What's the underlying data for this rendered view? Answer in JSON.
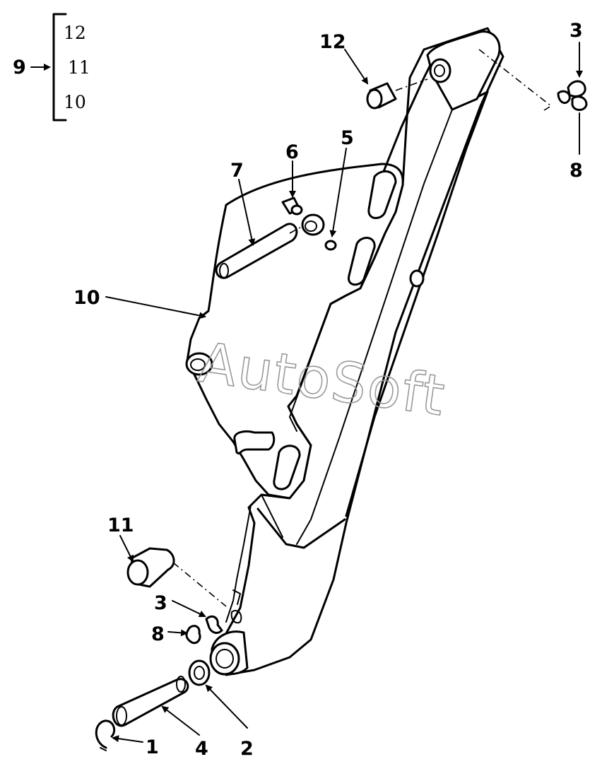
{
  "bracket": {
    "group": "9",
    "members": [
      "12",
      "11",
      "10"
    ]
  },
  "callouts": {
    "c1": "1",
    "c2": "2",
    "c3_upper": "3",
    "c3_lower": "3",
    "c4": "4",
    "c5": "5",
    "c6": "6",
    "c7": "7",
    "c8_upper": "8",
    "c8_lower": "8",
    "c10": "10",
    "c11": "11",
    "c12": "12"
  },
  "watermark": "AutoSoft"
}
